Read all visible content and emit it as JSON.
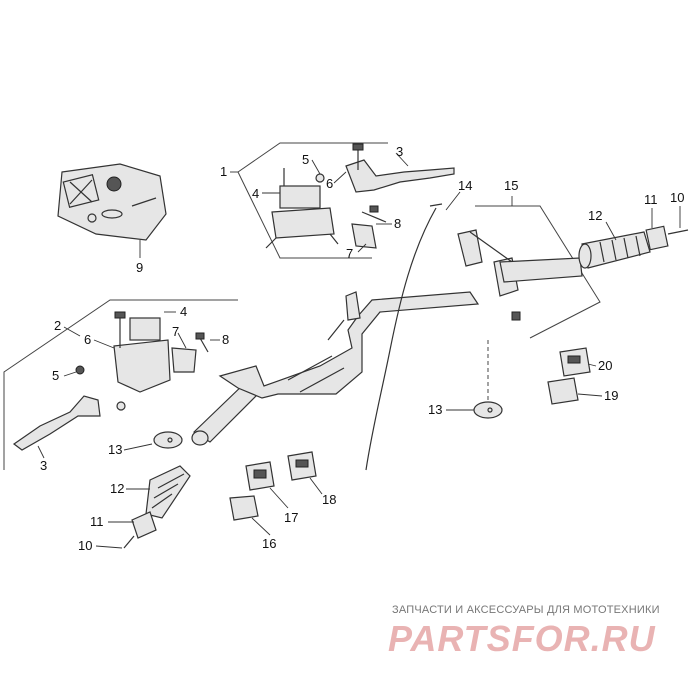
{
  "callouts": [
    {
      "id": "c1",
      "text": "1"
    },
    {
      "id": "c2",
      "text": "2"
    },
    {
      "id": "c3a",
      "text": "3"
    },
    {
      "id": "c3b",
      "text": "3"
    },
    {
      "id": "c4a",
      "text": "4"
    },
    {
      "id": "c4b",
      "text": "4"
    },
    {
      "id": "c5a",
      "text": "5"
    },
    {
      "id": "c5b",
      "text": "5"
    },
    {
      "id": "c6a",
      "text": "6"
    },
    {
      "id": "c6b",
      "text": "6"
    },
    {
      "id": "c7a",
      "text": "7"
    },
    {
      "id": "c7b",
      "text": "7"
    },
    {
      "id": "c8a",
      "text": "8"
    },
    {
      "id": "c8b",
      "text": "8"
    },
    {
      "id": "c9",
      "text": "9"
    },
    {
      "id": "c10a",
      "text": "10"
    },
    {
      "id": "c10b",
      "text": "10"
    },
    {
      "id": "c11a",
      "text": "11"
    },
    {
      "id": "c11b",
      "text": "11"
    },
    {
      "id": "c12a",
      "text": "12"
    },
    {
      "id": "c12b",
      "text": "12"
    },
    {
      "id": "c13a",
      "text": "13"
    },
    {
      "id": "c13b",
      "text": "13"
    },
    {
      "id": "c14",
      "text": "14"
    },
    {
      "id": "c15",
      "text": "15"
    },
    {
      "id": "c16",
      "text": "16"
    },
    {
      "id": "c17",
      "text": "17"
    },
    {
      "id": "c18",
      "text": "18"
    },
    {
      "id": "c19",
      "text": "19"
    },
    {
      "id": "c20",
      "text": "20"
    }
  ],
  "watermark": {
    "tagline": "ЗАПЧАСТИ И АКСЕССУАРЫ ДЛЯ МОТОТЕХНИКИ",
    "logo": "PARTSFOR.RU"
  }
}
